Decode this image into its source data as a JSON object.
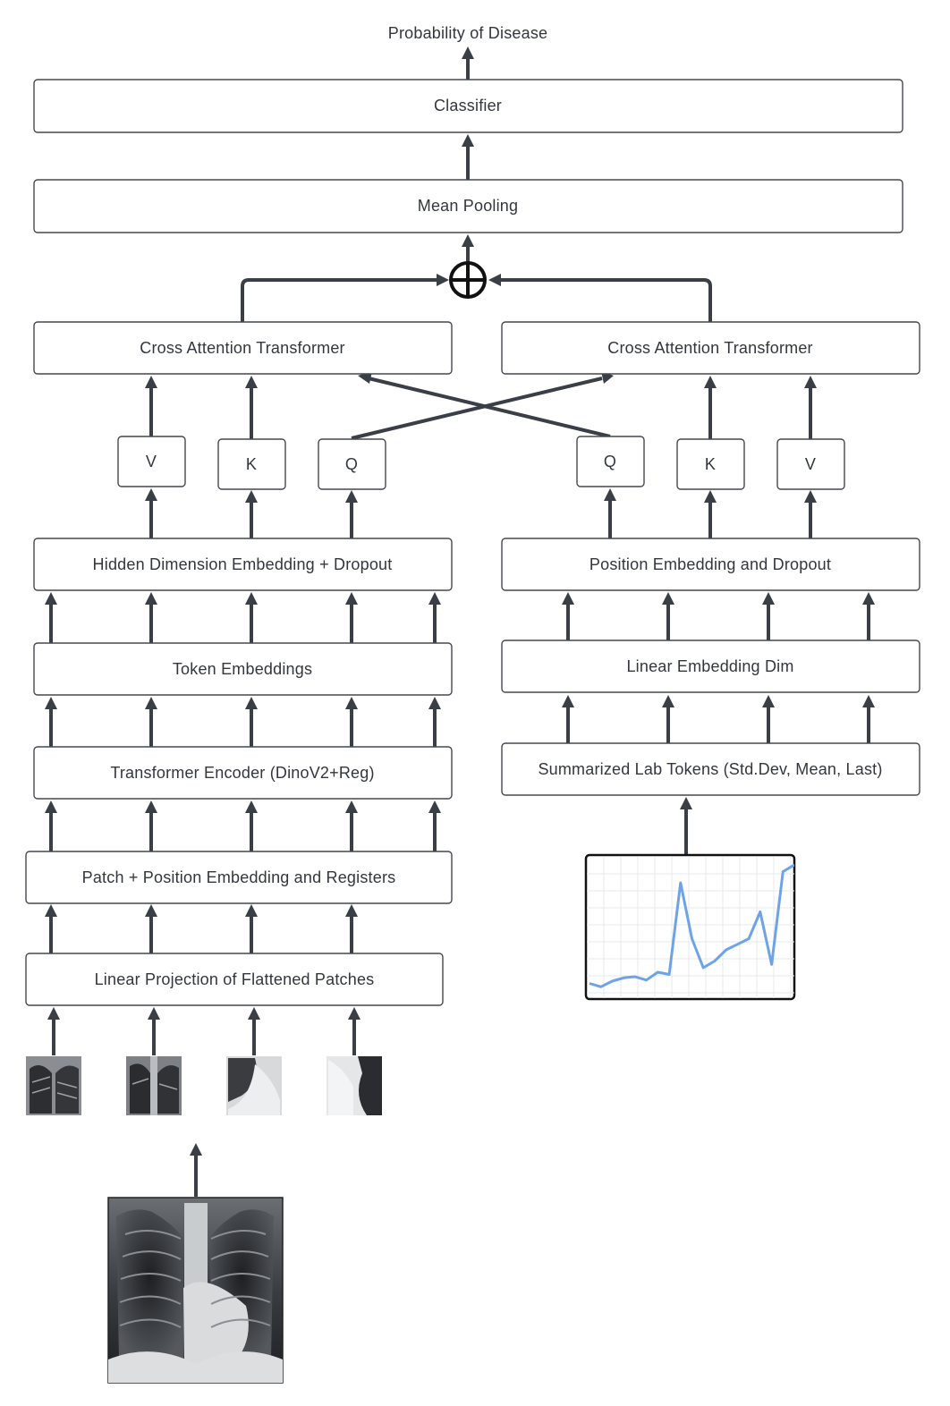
{
  "output_label": "Probability of Disease",
  "top": {
    "classifier": "Classifier",
    "mean_pooling": "Mean Pooling"
  },
  "image_branch": {
    "cross_attention": "Cross Attention Transformer",
    "qkv": {
      "v": "V",
      "k": "K",
      "q": "Q"
    },
    "hidden_dim": "Hidden Dimension Embedding + Dropout",
    "token_embeddings": "Token Embeddings",
    "transformer_encoder": "Transformer Encoder (DinoV2+Reg)",
    "patch_position": "Patch + Position Embedding and Registers",
    "linear_projection": "Linear Projection of Flattened Patches"
  },
  "lab_branch": {
    "cross_attention": "Cross Attention Transformer",
    "qkv": {
      "q": "Q",
      "k": "K",
      "v": "V"
    },
    "position_embedding": "Position Embedding and Dropout",
    "linear_embedding": "Linear Embedding Dim",
    "summarized_tokens": "Summarized Lab Tokens (Std.Dev, Mean, Last)"
  },
  "chart_data": {
    "type": "line",
    "x": [
      0,
      1,
      2,
      3,
      4,
      5,
      6,
      7,
      8,
      9,
      10,
      11,
      12,
      13,
      14,
      15,
      16,
      17,
      18
    ],
    "series": [
      {
        "values": [
          0.1,
          0.07,
          0.12,
          0.15,
          0.16,
          0.13,
          0.2,
          0.18,
          1.0,
          0.5,
          0.24,
          0.3,
          0.4,
          0.45,
          0.5,
          0.74,
          0.27,
          1.1,
          1.16
        ]
      }
    ],
    "ylim": [
      0,
      1.2
    ],
    "grid": true,
    "line_color": "#6ea3e8",
    "grid_color": "#e6e8ec"
  }
}
